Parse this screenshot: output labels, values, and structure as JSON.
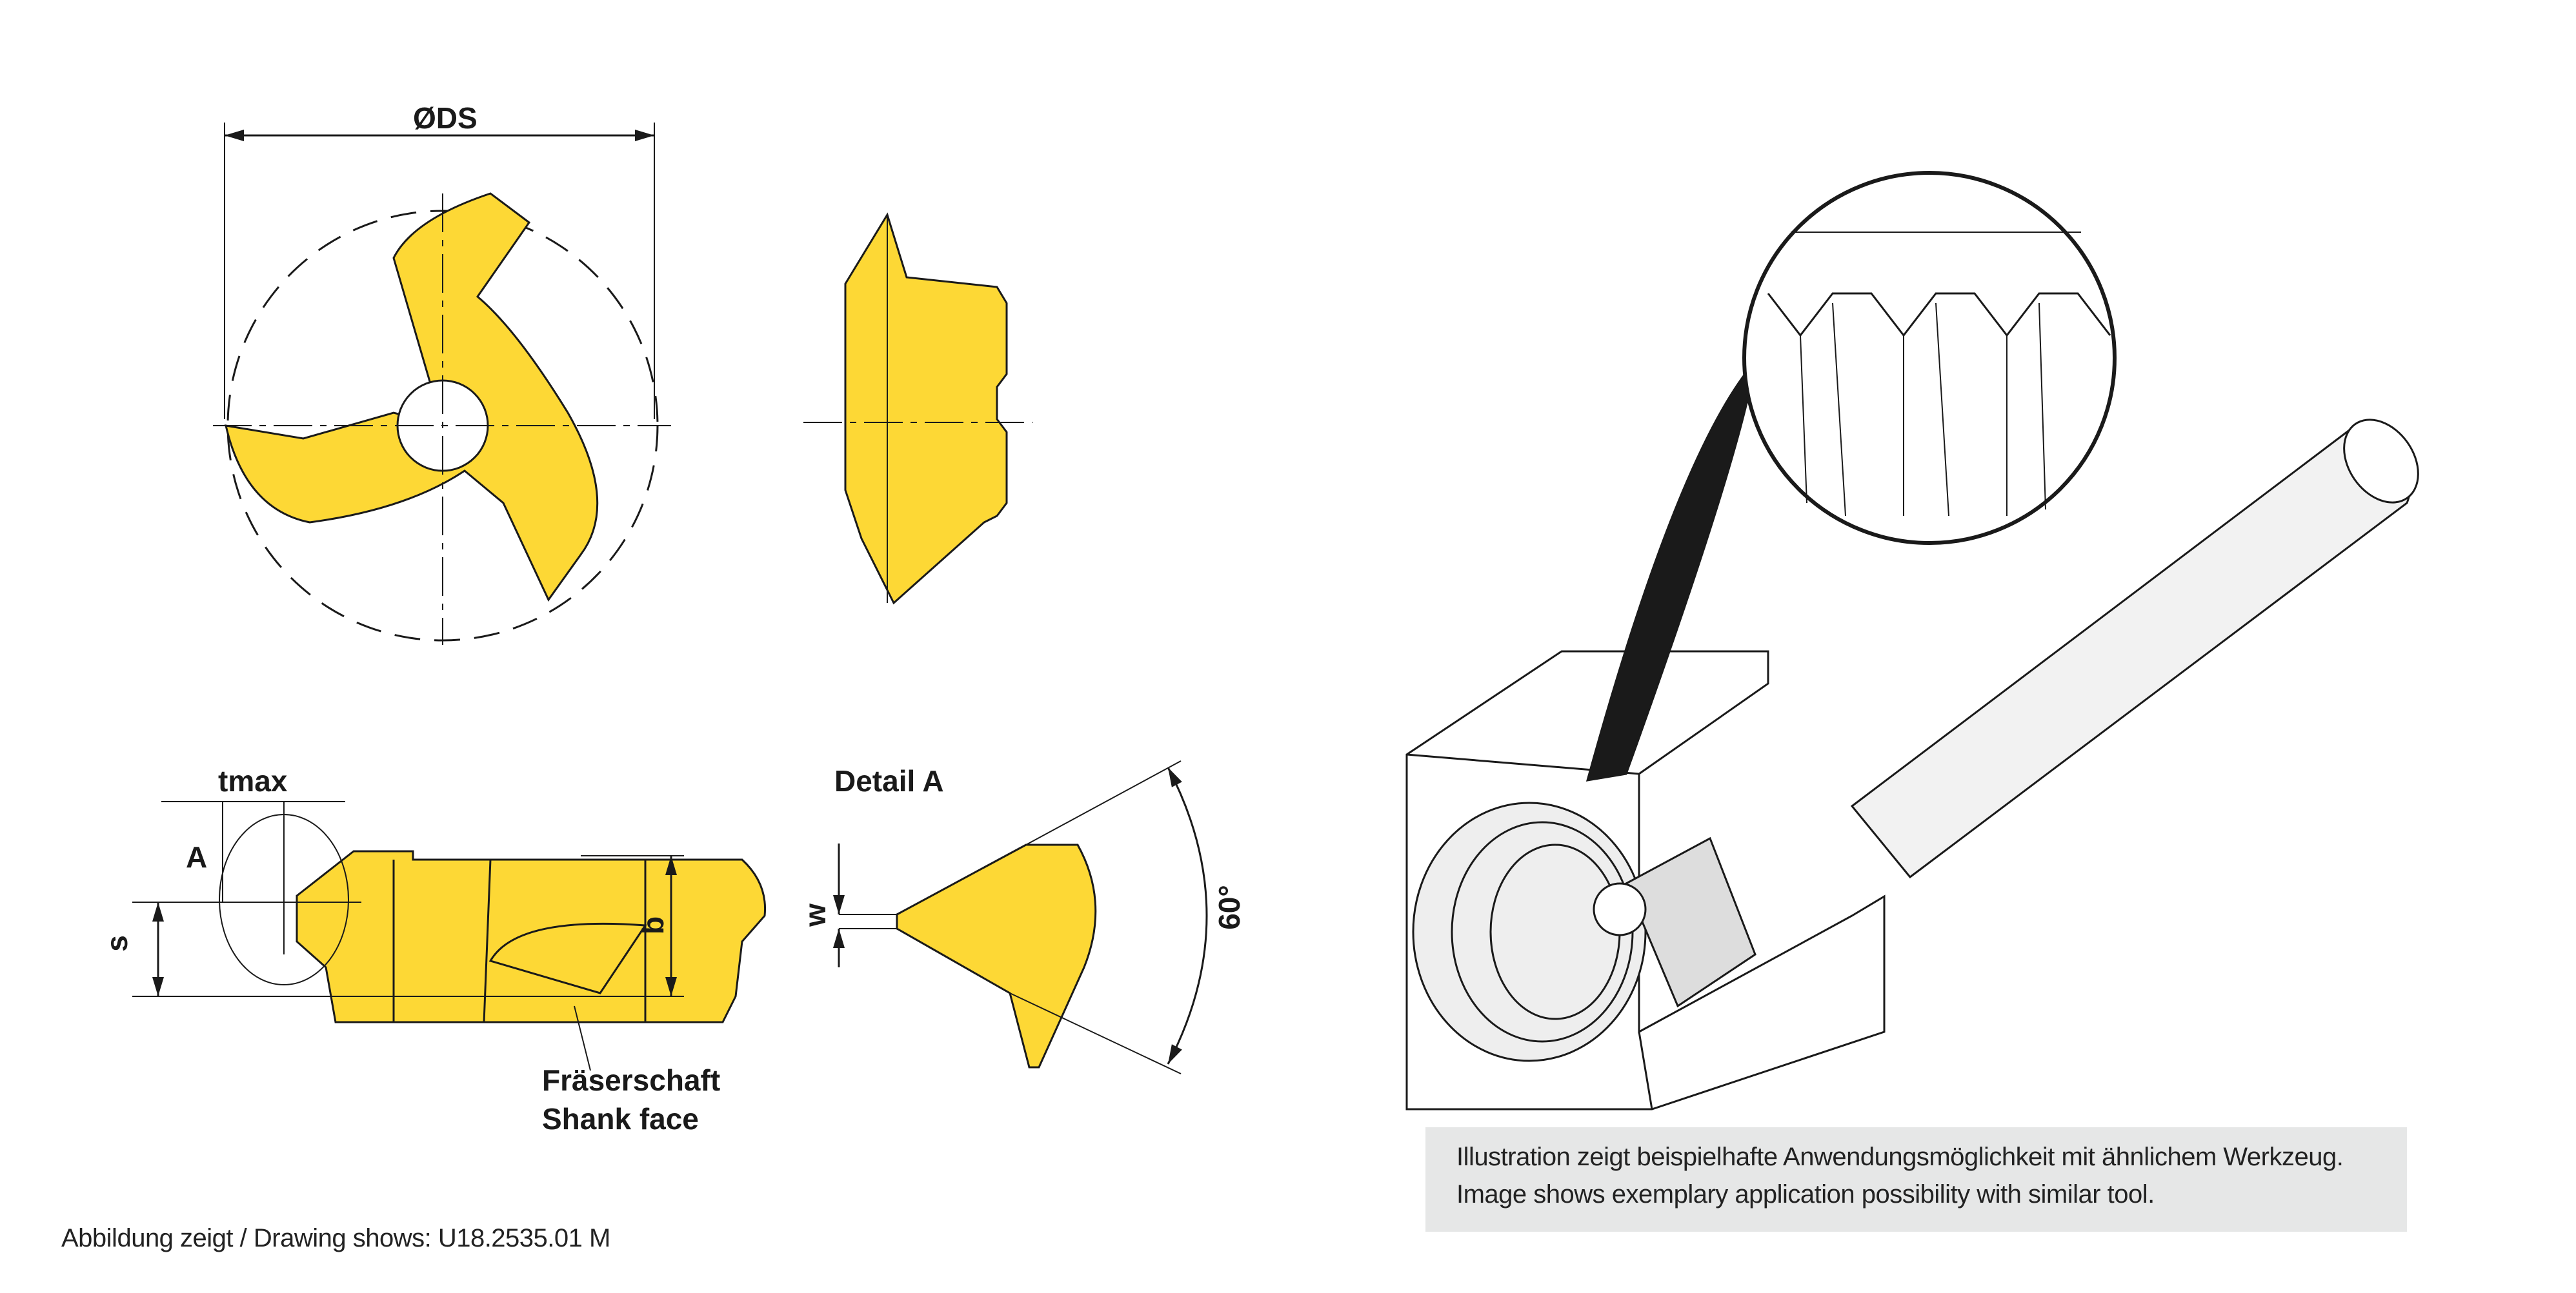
{
  "drawing": {
    "dim_diameter": "ØDS",
    "dim_tmax": "tmax",
    "detail_marker": "A",
    "dim_s": "s",
    "dim_b": "b",
    "shank_label_de": "Fräserschaft",
    "shank_label_en": "Shank face",
    "detail_title": "Detail A",
    "dim_w": "w",
    "angle": "60°"
  },
  "illustration": {
    "caption_de": "Illustration zeigt beispielhafte Anwendungsmöglichkeit mit ähnlichem Werkzeug.",
    "caption_en": "Image shows exemplary application possibility with similar tool."
  },
  "footer": "Abbildung zeigt / Drawing shows: U18.2535.01 M",
  "colors": {
    "insert": "#fdd835",
    "line": "#1a1a1a",
    "caption_bg": "#e6e7e7"
  }
}
